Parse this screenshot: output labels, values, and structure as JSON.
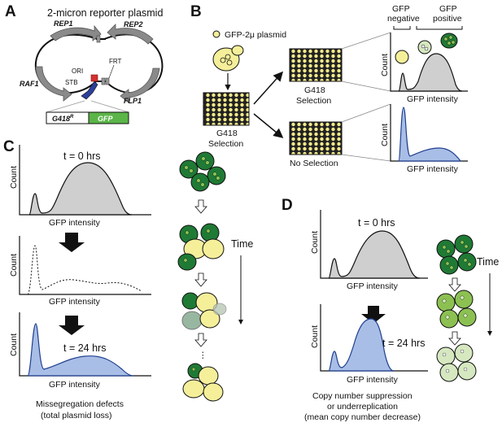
{
  "colors": {
    "gfp_green": "#5bb548",
    "dark_green": "#1f7a35",
    "mid_green": "#8cc152",
    "light_green": "#d6e8c0",
    "yellow": "#f5ef9a",
    "blue_fill": "#a9bee6",
    "blue_line": "#1f3f8f",
    "gray_fill": "#cfcfcf",
    "arrow_gray": "#888888",
    "red": "#d63030",
    "navy": "#2c3e9a"
  },
  "panel_a": {
    "letter": "A",
    "title": "2-micron reporter plasmid",
    "genes": {
      "rep1": "REP1",
      "rep2": "REP2",
      "raf1": "RAF1",
      "flp1": "FLP1"
    },
    "elements": {
      "frt": "FRT",
      "ori": "ORI",
      "stb": "STB"
    },
    "cassette": {
      "g418_base": "G418",
      "g418_sup": "R",
      "gfp": "GFP"
    }
  },
  "panel_b": {
    "letter": "B",
    "legend_plasmid": "GFP-2μ plasmid",
    "selection_1": "G418",
    "selection_2": "Selection",
    "top_plate_1": "G418",
    "top_plate_2": "Selection",
    "bottom_plate": "No Selection",
    "gfp_negative_1": "GFP",
    "gfp_negative_2": "negative",
    "gfp_positive_1": "GFP",
    "gfp_positive_2": "positive",
    "count": "Count",
    "gfp_intensity": "GFP intensity"
  },
  "panel_c": {
    "letter": "C",
    "t0": "t = 0 hrs",
    "t24": "t = 24 hrs",
    "count": "Count",
    "gfp_intensity": "GFP intensity",
    "time": "Time",
    "dots": "⋮",
    "caption_1": "Missegregation defects",
    "caption_2": "(total plasmid loss)"
  },
  "panel_d": {
    "letter": "D",
    "t0": "t = 0 hrs",
    "t24": "t = 24 hrs",
    "count": "Count",
    "gfp_intensity": "GFP intensity",
    "time": "Time",
    "caption_1": "Copy number suppression",
    "caption_2": "or underreplication",
    "caption_3": "(mean copy number decrease)"
  }
}
